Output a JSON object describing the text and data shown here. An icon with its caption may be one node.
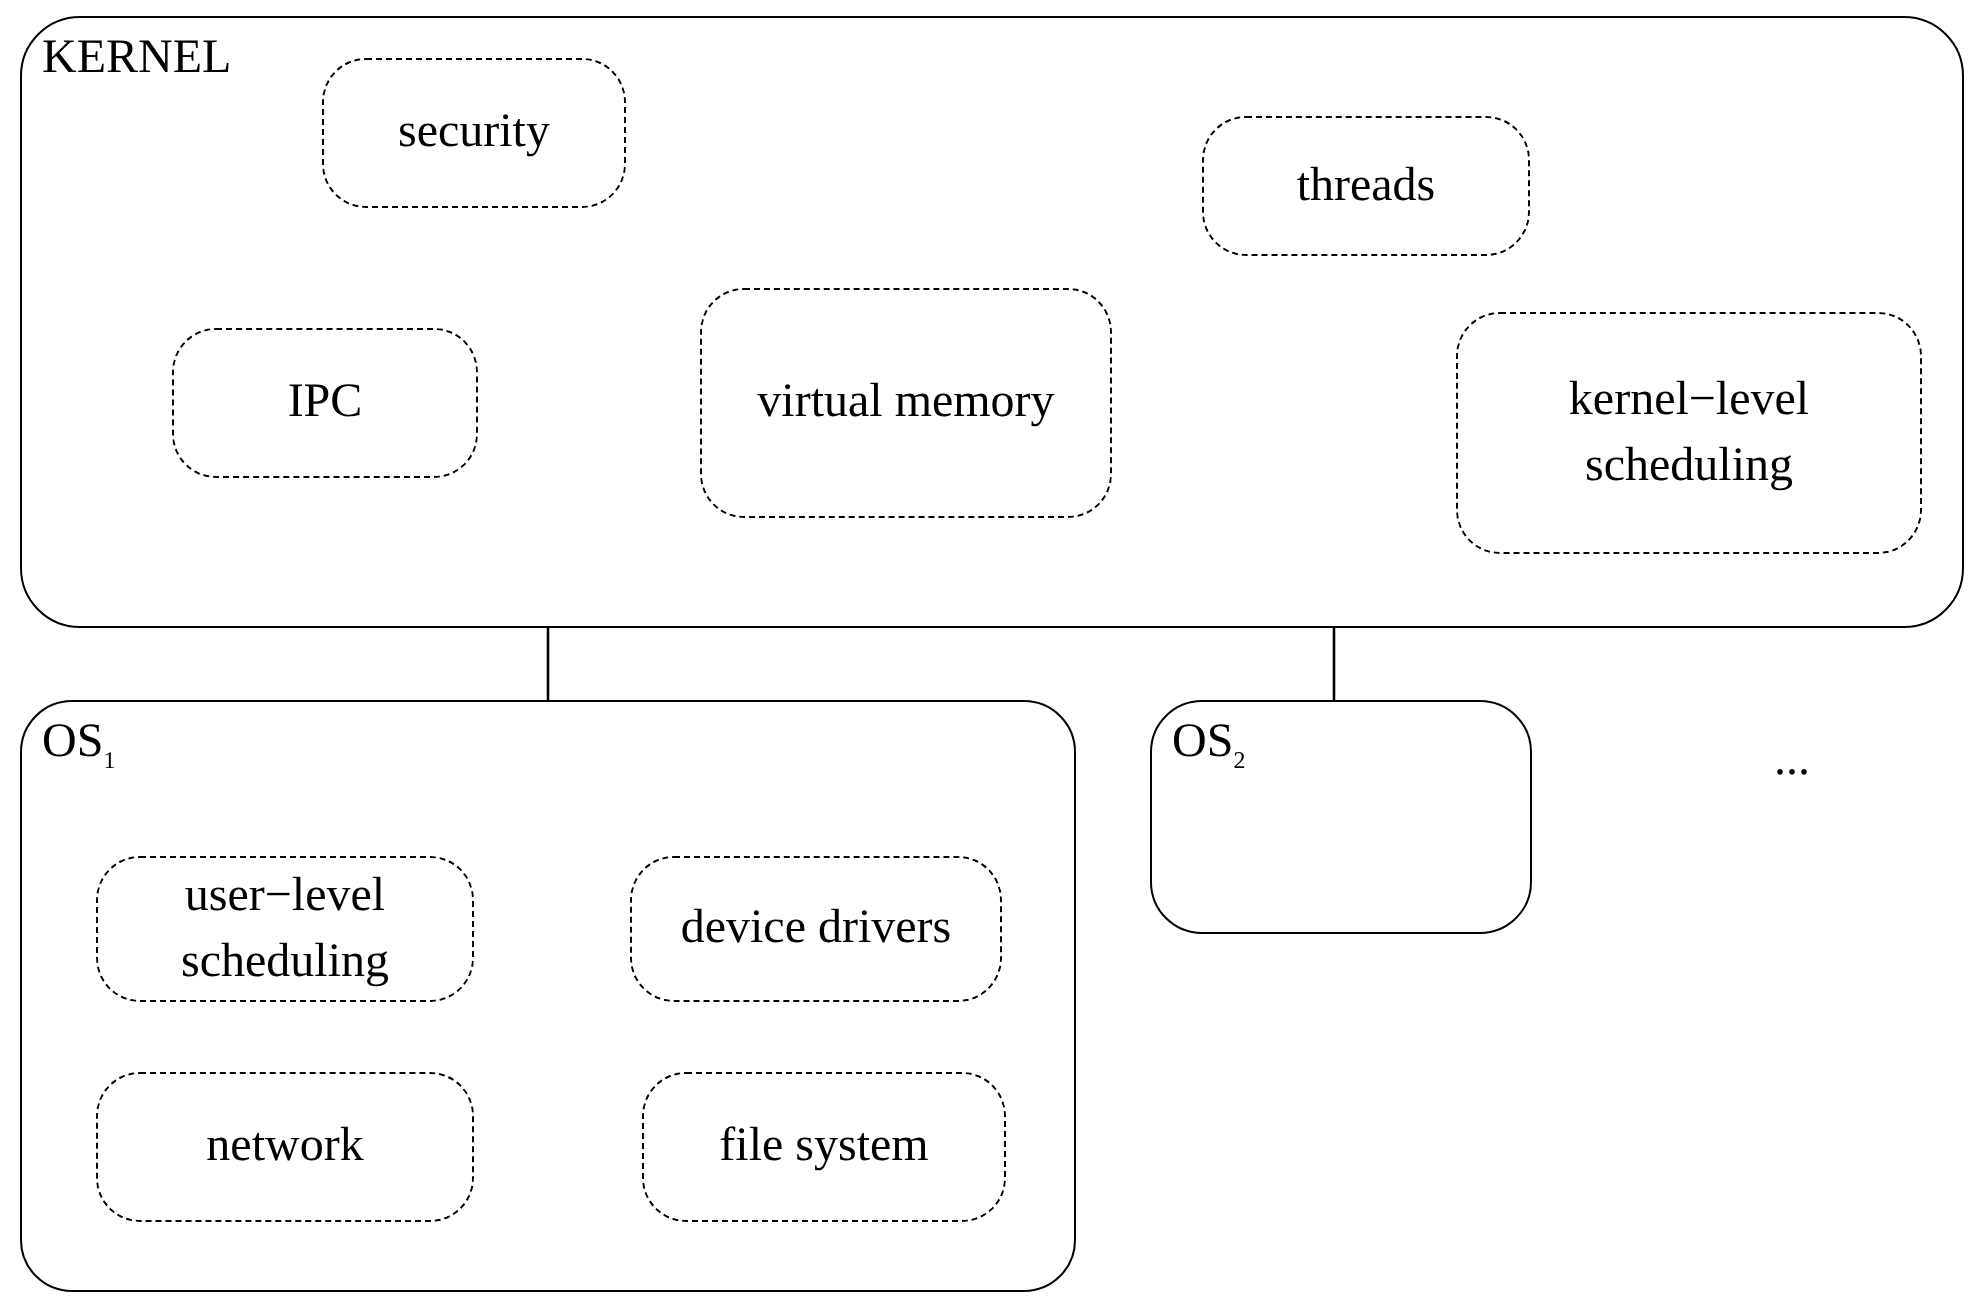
{
  "diagram": {
    "nodes": [
      {
        "text": [
          "KERNEL"
        ]
      },
      {
        "text": [
          "security"
        ],
        "in": 0
      },
      {
        "text": [
          "threads"
        ],
        "in": 0
      },
      {
        "text": [
          "IPC"
        ],
        "in": 0
      },
      {
        "text": [
          "virtual memory"
        ],
        "in": 0
      },
      {
        "text": [
          "kernel−level scheduling"
        ],
        "in": 0
      },
      {
        "text": [
          "OS$_{1}$"
        ]
      },
      {
        "text": [
          "user−level scheduling"
        ],
        "in": 6
      },
      {
        "text": [
          "device drivers"
        ],
        "in": 6
      },
      {
        "text": [
          "network"
        ],
        "in": 6
      },
      {
        "text": [
          "file system"
        ],
        "in": 6
      },
      {
        "text": [
          "OS$_{2}$"
        ]
      }
    ],
    "edges": [
      {
        "from": 0,
        "to": 6,
        "arrow": "none"
      },
      {
        "from": 0,
        "to": 11,
        "arrow": "none"
      }
    ],
    "labels": [
      "..."
    ]
  }
}
